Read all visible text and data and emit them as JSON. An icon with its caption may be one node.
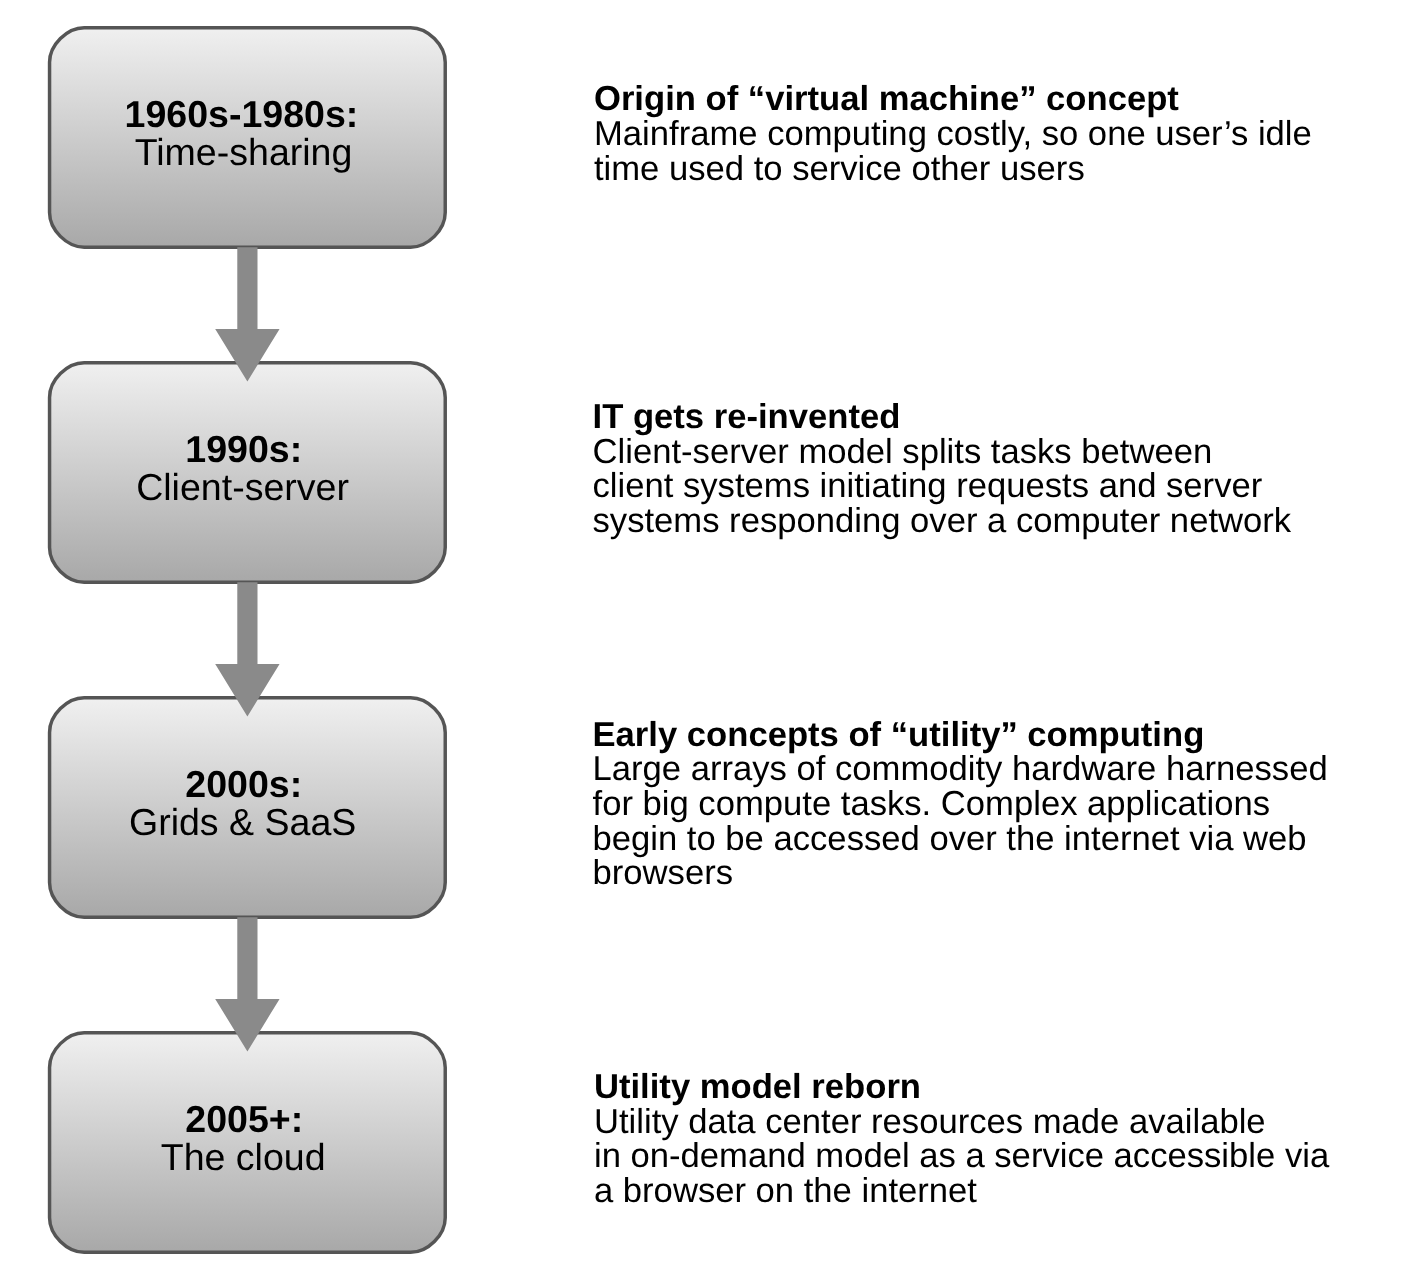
{
  "diagram": {
    "nodes": [
      {
        "text": [
          "1960s-1980s:",
          "Time-sharing"
        ],
        "beside": [
          "Origin of “virtual machine” concept",
          "Mainframe computing costly, so one user’s idle time used to service other users"
        ]
      },
      {
        "text": [
          "1990s:",
          "Client-server"
        ],
        "beside": [
          "IT gets re-invented",
          "Client-server model splits tasks between client systems initiating requests and server systems responding over a computer network"
        ]
      },
      {
        "text": [
          "2000s:",
          "Grids & SaaS"
        ],
        "beside": [
          "Early concepts of “utility” computing",
          "Large arrays of commodity hardware harnessed for big compute tasks. Complex applications begin to be accessed over the internet via web browsers"
        ]
      },
      {
        "text": [
          "2005+:",
          "The cloud"
        ],
        "beside": [
          "Utility model reborn",
          "Utility data center resources made available in on-demand model as a service accessible via a browser on the internet"
        ]
      }
    ],
    "edges": [
      {
        "from": 0,
        "to": 1,
        "arrow": "to"
      },
      {
        "from": 1,
        "to": 2,
        "arrow": "to"
      },
      {
        "from": 2,
        "to": 3,
        "arrow": "to"
      }
    ]
  }
}
